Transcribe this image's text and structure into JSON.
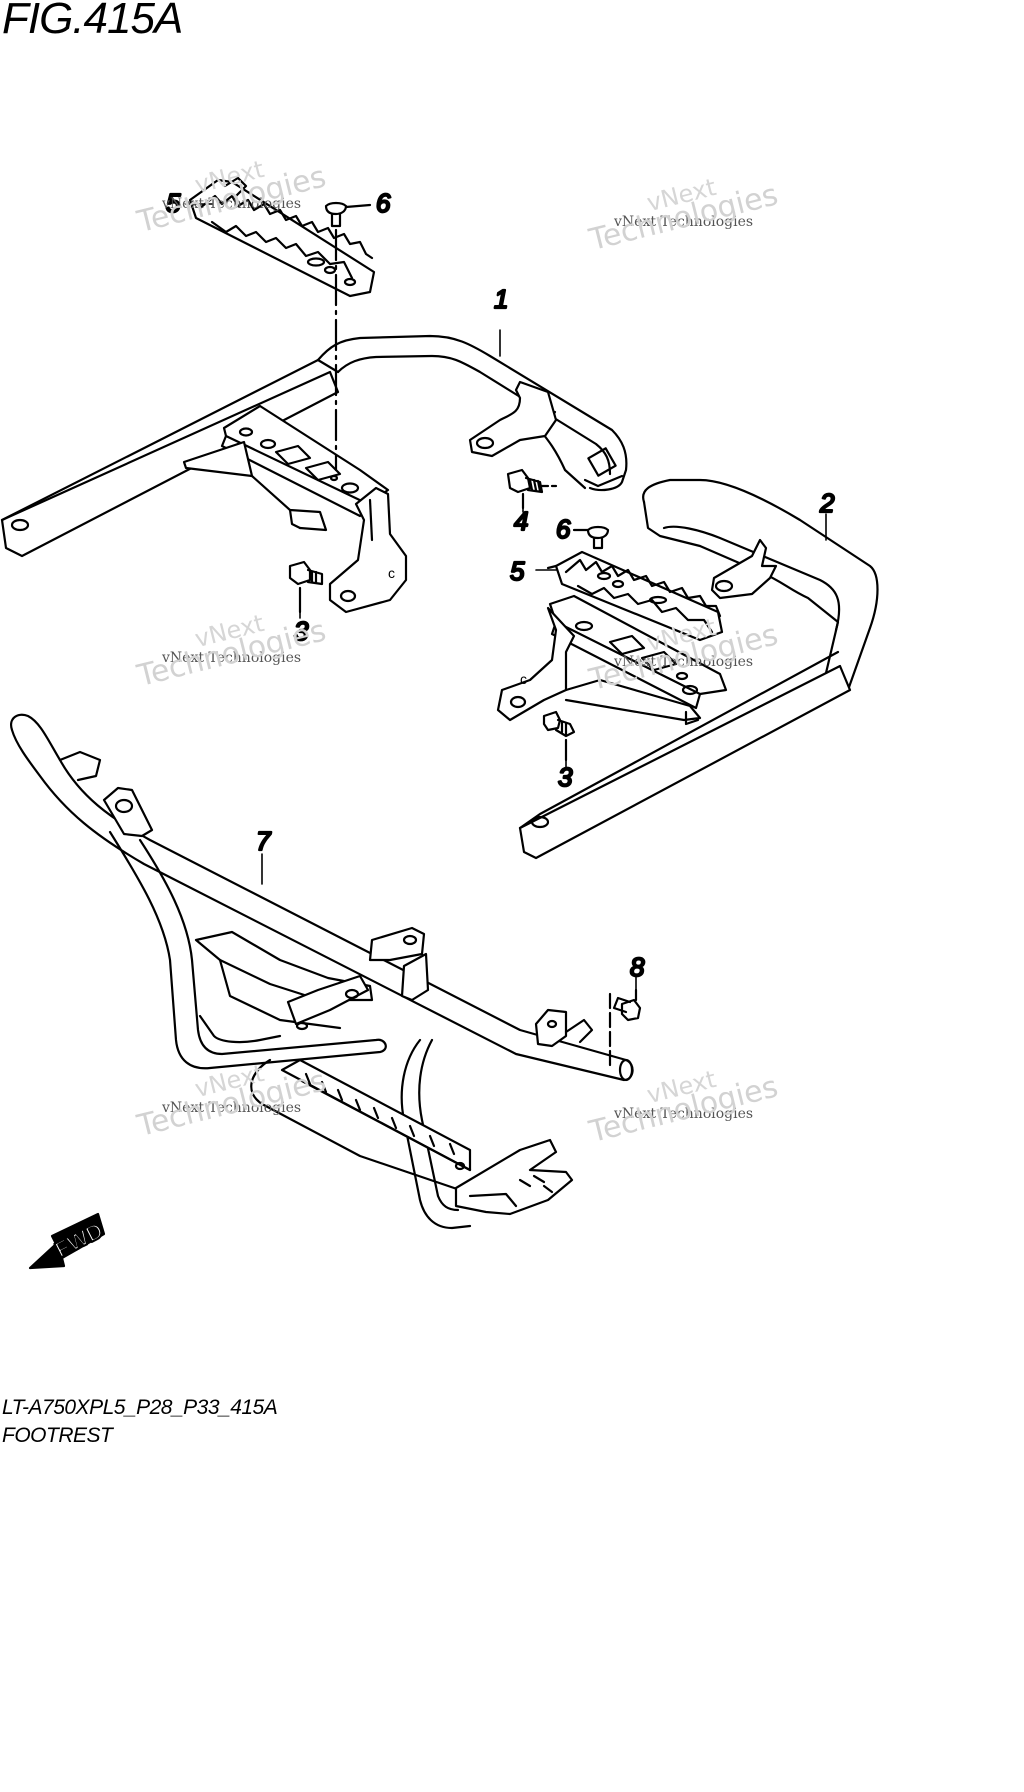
{
  "figure": {
    "title": "FIG.415A",
    "model_code": "LT-A750XPL5_P28_P33_415A",
    "section_name": "FOOTREST"
  },
  "watermark": {
    "text_small": "vNext Technologies",
    "text_big_line1": "vNext",
    "text_big_line2": "Technologies"
  },
  "callouts": {
    "c1": "1",
    "c2": "2",
    "c3a": "3",
    "c3b": "3",
    "c4": "4",
    "c5a": "5",
    "c5b": "5",
    "c6a": "6",
    "c6b": "6",
    "c7": "7",
    "c8": "8"
  },
  "fwd_label": "FWD",
  "colors": {
    "line": "#000000",
    "background": "#ffffff",
    "watermark": "#cccccc"
  }
}
